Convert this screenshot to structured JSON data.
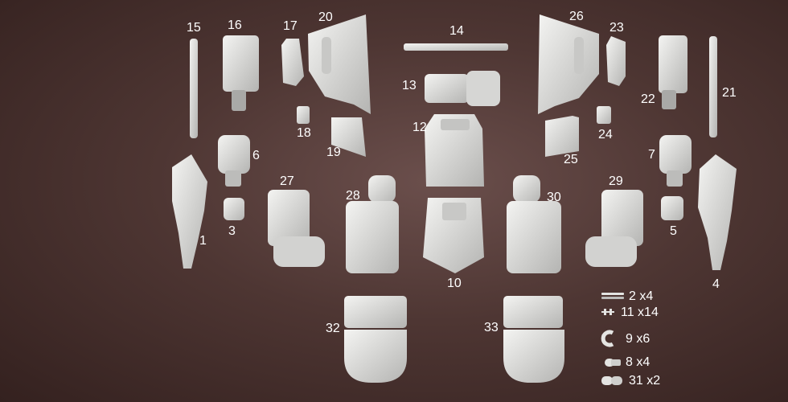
{
  "part_numbers": {
    "p1": "1",
    "p3": "3",
    "p4": "4",
    "p5": "5",
    "p6": "6",
    "p7": "7",
    "p10": "10",
    "p12": "12",
    "p13": "13",
    "p14": "14",
    "p15": "15",
    "p16": "16",
    "p17": "17",
    "p18": "18",
    "p19": "19",
    "p20": "20",
    "p21": "21",
    "p22": "22",
    "p23": "23",
    "p24": "24",
    "p25": "25",
    "p26": "26",
    "p27": "27",
    "p28": "28",
    "p29": "29",
    "p30": "30",
    "p32": "32",
    "p33": "33"
  },
  "hardware_legend": [
    {
      "label": "2 x4",
      "icon": "double-bar-icon"
    },
    {
      "label": "11 x14",
      "icon": "pin-icon"
    },
    {
      "label": "9 x6",
      "icon": "clip-icon"
    },
    {
      "label": "8 x4",
      "icon": "peg-icon"
    },
    {
      "label": "31 x2",
      "icon": "double-peg-icon"
    }
  ],
  "colors": {
    "background": "#4e3633",
    "part_light": "#e4e4e2",
    "part_shadow": "#9c9c9a",
    "label": "#ffffff"
  }
}
